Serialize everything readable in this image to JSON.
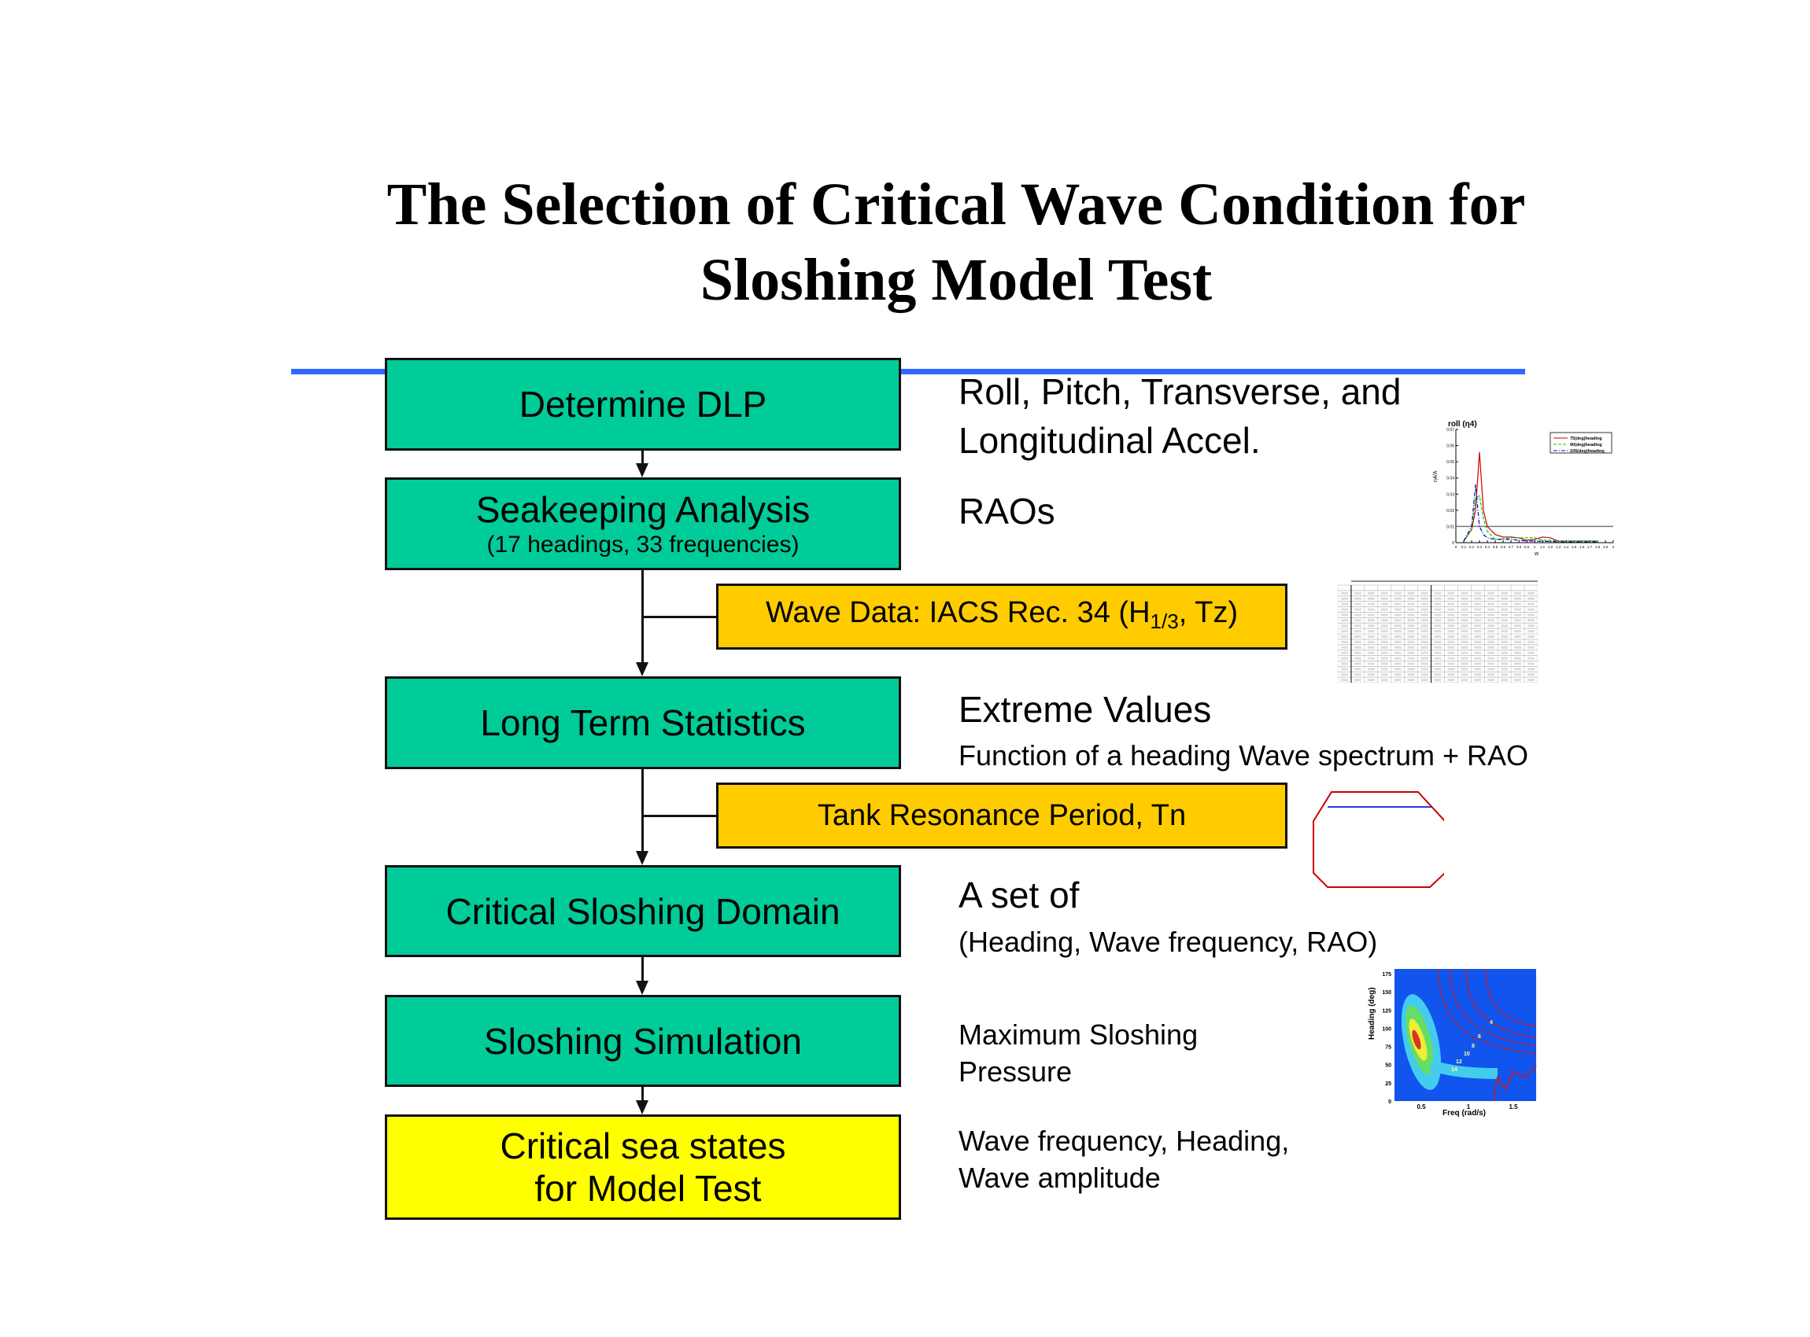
{
  "title": {
    "line1": "The Selection of Critical Wave Condition  for",
    "line2": "Sloshing Model Test"
  },
  "colors": {
    "rule": "#3366ff",
    "step_box": "#00cc99",
    "input_box": "#ffcc00",
    "output_box": "#ffff00"
  },
  "flow": {
    "dlp": {
      "label": "Determine DLP"
    },
    "seakeeping": {
      "label": "Seakeeping Analysis",
      "sub": "(17 headings, 33 frequencies)"
    },
    "wave_data": {
      "label_pre": "Wave Data: IACS Rec. 34 (H",
      "label_sub": "1/3",
      "label_post": ", Tz)"
    },
    "lts": {
      "label": "Long Term Statistics"
    },
    "tank": {
      "label": "Tank Resonance Period, Tn"
    },
    "csd": {
      "label": "Critical Sloshing Domain"
    },
    "sim": {
      "label": "Sloshing Simulation"
    },
    "critical": {
      "line1": "Critical sea states",
      "line2": " for Model Test"
    }
  },
  "notes": {
    "dlp_line1": "Roll, Pitch, Transverse, and",
    "dlp_line2": "Longitudinal Accel.",
    "rao": "RAOs",
    "extreme": "Extreme Values",
    "extreme_sub": "Function of a heading Wave spectrum + RAO",
    "set_of": "A set of",
    "set_of_sub": "(Heading, Wave frequency, RAO)",
    "max_press1": "Maximum Sloshing",
    "max_press2": "Pressure",
    "wave_freq1": "Wave frequency, Heading,",
    "wave_freq2": "Wave amplitude"
  },
  "chart_data": [
    {
      "type": "line",
      "title": "roll (η4)",
      "xlabel": "w",
      "ylabel": "η4/A",
      "xlim": [
        0,
        2
      ],
      "ylim": [
        0,
        0.07
      ],
      "x_ticks": [
        "0",
        "0.1",
        "0.2",
        "0.3",
        "0.4",
        "0.5",
        "0.6",
        "0.7",
        "0.8",
        "0.9",
        "1",
        "1.1",
        "1.2",
        "1.3",
        "1.4",
        "1.5",
        "1.6",
        "1.7",
        "1.8",
        "1.9",
        "2"
      ],
      "y_ticks": [
        "0",
        "0.01",
        "0.02",
        "0.03",
        "0.04",
        "0.05",
        "0.06",
        "0.07"
      ],
      "legend": "top-right",
      "reference_line": 0.01,
      "x": [
        0.1,
        0.2,
        0.25,
        0.3,
        0.35,
        0.4,
        0.5,
        0.6,
        0.7,
        0.8,
        0.9,
        1.0,
        1.1,
        1.2,
        1.3,
        1.5,
        1.8
      ],
      "series": [
        {
          "name": "75(deg)heading",
          "color": "#cc0000",
          "dash": "solid",
          "values": [
            0.001,
            0.008,
            0.02,
            0.056,
            0.02,
            0.01,
            0.005,
            0.0035,
            0.0035,
            0.003,
            0.0015,
            0.002,
            0.0035,
            0.003,
            0.001,
            0.001,
            0.001
          ]
        },
        {
          "name": "90(deg)heading",
          "color": "#00cc00",
          "dash": "dashed",
          "values": [
            0.001,
            0.008,
            0.027,
            0.029,
            0.015,
            0.007,
            0.002,
            0.0025,
            0.003,
            0.003,
            0.003,
            0.003,
            0.0015,
            0.0015,
            0.001,
            0.001,
            0.001
          ]
        },
        {
          "name": "105(deg)heading",
          "color": "#0000cc",
          "dash": "dashdot",
          "values": [
            0.001,
            0.01,
            0.036,
            0.01,
            0.005,
            0.003,
            0.002,
            0.002,
            0.002,
            0.0015,
            0.001,
            0.001,
            0.0008,
            0.0008,
            0.0005,
            0.0005,
            0.0005
          ]
        }
      ]
    },
    {
      "type": "heatmap",
      "xlabel": "Freq (rad/s)",
      "ylabel": "Heading (deg)",
      "x_ticks": [
        "0.5",
        "1",
        "1.5"
      ],
      "y_ticks": [
        "0",
        "25",
        "50",
        "75",
        "100",
        "125",
        "150",
        "175"
      ],
      "contour_labels": [
        "4",
        "6",
        "8",
        "10",
        "12",
        "14"
      ]
    }
  ]
}
